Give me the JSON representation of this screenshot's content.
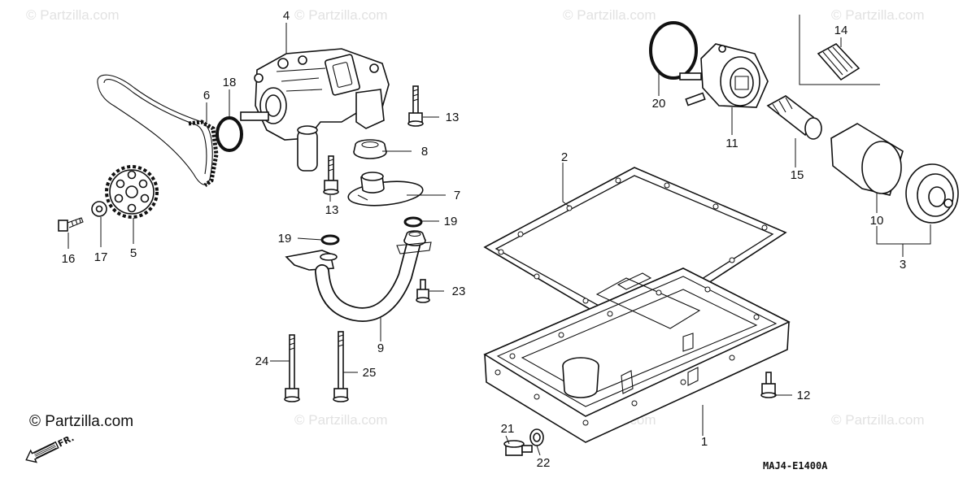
{
  "watermark_text": "© Partzilla.com",
  "copyright": "© Partzilla.com",
  "diagram_code": "MAJ4-E1400A",
  "direction_label": "FR.",
  "callouts": {
    "c1": "1",
    "c2": "2",
    "c3": "3",
    "c4": "4",
    "c5": "5",
    "c6": "6",
    "c7": "7",
    "c8": "8",
    "c9": "9",
    "c10": "10",
    "c11": "11",
    "c12": "12",
    "c13a": "13",
    "c13b": "13",
    "c14": "14",
    "c15": "15",
    "c16": "16",
    "c17": "17",
    "c18": "18",
    "c19a": "19",
    "c19b": "19",
    "c20": "20",
    "c21": "21",
    "c22": "22",
    "c23": "23",
    "c24": "24",
    "c25": "25"
  }
}
